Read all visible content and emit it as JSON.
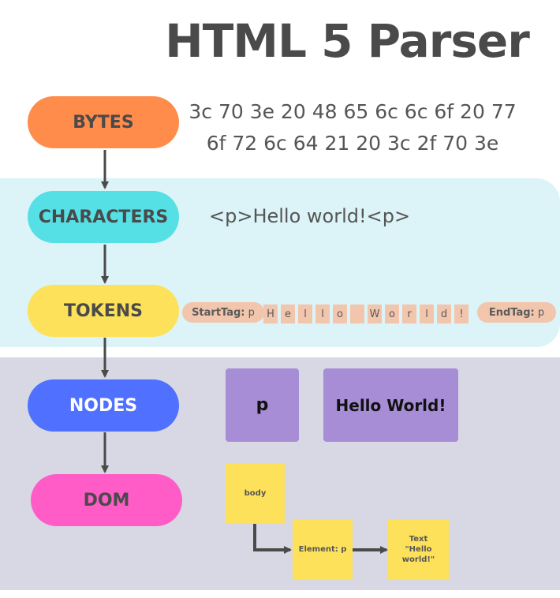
{
  "title": "HTML 5 Parser",
  "stages": {
    "bytes": "BYTES",
    "characters": "CHARACTERS",
    "tokens": "TOKENS",
    "nodes": "NODES",
    "dom": "DOM"
  },
  "bytes_lines": [
    "3c 70 3e 20 48 65 6c 6c 6f 20 77",
    "6f 72 6c 64 21 20 3c 2f 70 3e"
  ],
  "characters_text": "<p>Hello world!<p>",
  "tokens": {
    "start_tag": {
      "label": "StartTag:",
      "value": "p"
    },
    "letters": [
      "H",
      "e",
      "l",
      "l",
      "o",
      "",
      "W",
      "o",
      "r",
      "l",
      "d",
      "!"
    ],
    "end_tag": {
      "label": "EndTag:",
      "value": "p"
    }
  },
  "nodes": {
    "element": "p",
    "text": "Hello World!"
  },
  "dom": {
    "root": "body",
    "element": "Element: p",
    "text_label": "Text",
    "text_value": "\"Hello world!\""
  },
  "colors": {
    "bytes": "#ff8c4a",
    "characters": "#55e0e6",
    "tokens": "#fde15a",
    "nodes": "#5070ff",
    "dom": "#ff5cc8",
    "node_box": "#a78cd6",
    "sticky": "#fde15a",
    "token_chip": "#f2c5ad"
  }
}
